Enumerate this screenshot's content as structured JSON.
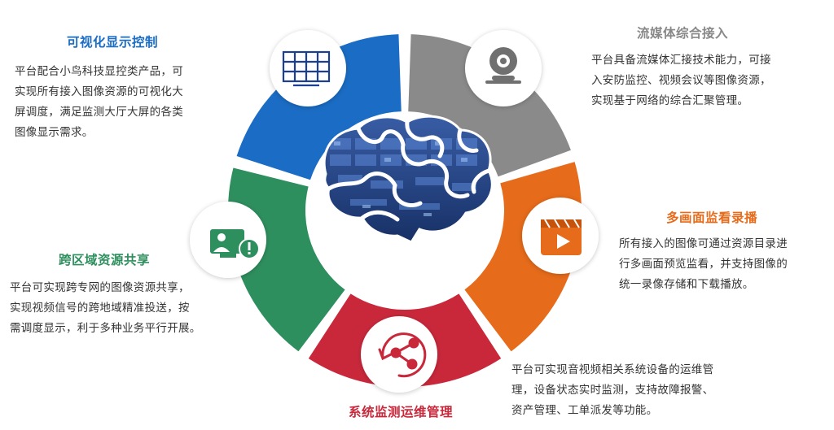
{
  "sections": [
    {
      "id": "visual",
      "title": "可视化显示控制",
      "color": "#1a6cc4",
      "icon": "video-wall-icon",
      "lines": [
        "平台配合小鸟科技显控类产品，可",
        "实现所有接入图像资源的可视化大",
        "屏调度，满足监测大厅大屏的各类",
        "图像显示需求。"
      ]
    },
    {
      "id": "stream",
      "title": "流媒体综合接入",
      "color": "#8a8a8a",
      "icon": "webcam-icon",
      "lines": [
        "平台具备流媒体汇接技术能力，可接",
        "入安防监控、视频会议等图像资源，",
        "实现基于网络的综合汇聚管理。"
      ]
    },
    {
      "id": "record",
      "title": "多画面监看录播",
      "color": "#e66b1a",
      "icon": "video-clapper-icon",
      "lines": [
        "所有接入的图像可通过资源目录进",
        "行多画面预览监看，并支持图像的",
        "统一录像存储和下载播放。"
      ]
    },
    {
      "id": "ops",
      "title": "系统监测运维管理",
      "color": "#c9283b",
      "icon": "refresh-share-icon",
      "lines": [
        "平台可实现音视频相关系统设备的运维管",
        "理，设备状态实时监测，支持故障报警、",
        "资产管理、工单派发等功能。"
      ]
    },
    {
      "id": "share",
      "title": "跨区域资源共享",
      "color": "#2e8f5e",
      "icon": "screen-share-alert-icon",
      "lines": [
        "平台可实现跨专网的图像资源共享，",
        "实现视频信号的跨地域精准投送，按",
        "需调度显示，利于多种业务平行开展。"
      ]
    }
  ]
}
